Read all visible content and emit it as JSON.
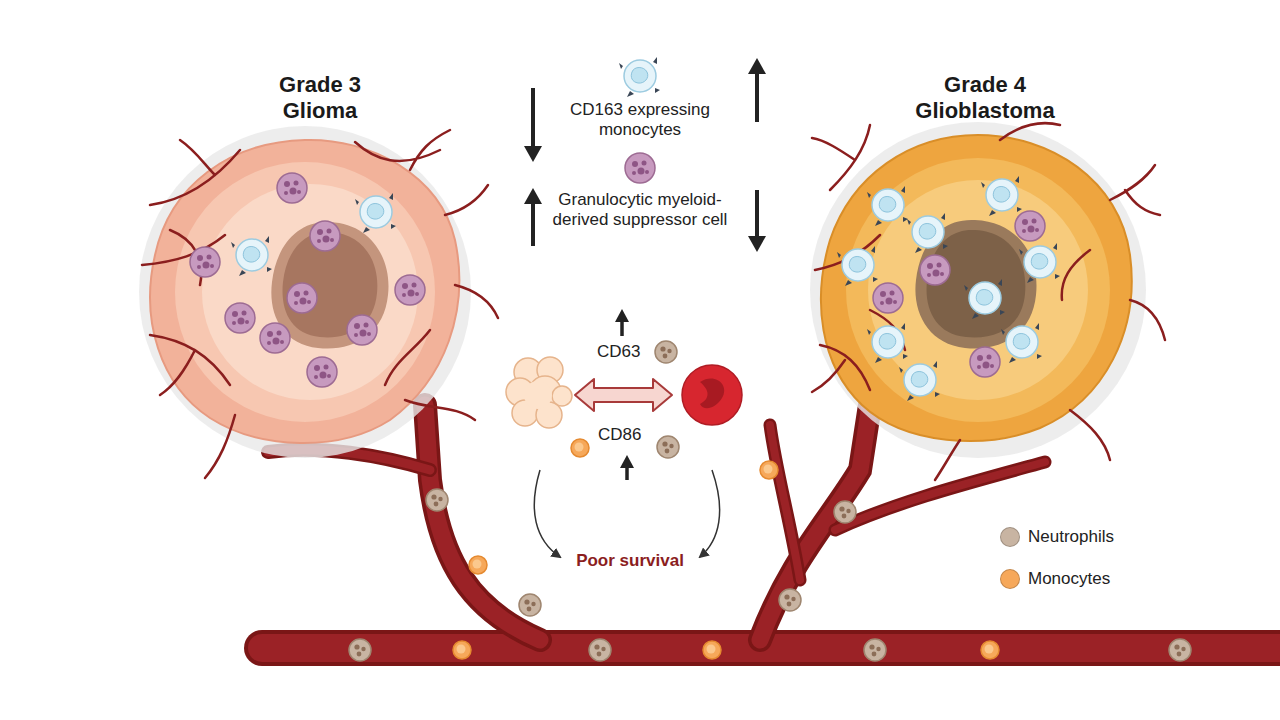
{
  "diagram": {
    "nodes": [
      {
        "text": [
          "Grade 3 Glioma"
        ]
      },
      {
        "text": [
          "Grade 4 Glioblastoma"
        ]
      }
    ],
    "labels": [
      "CD163 expressing monocytes",
      "Granulocytic myeloid-derived suppressor cell",
      "CD63",
      "CD86",
      "Poor survival"
    ],
    "legend": [
      {
        "text": "Neutrophils",
        "color": "#c8b4a2"
      },
      {
        "text": "Monocytes",
        "color": "#f6a85a"
      }
    ]
  }
}
